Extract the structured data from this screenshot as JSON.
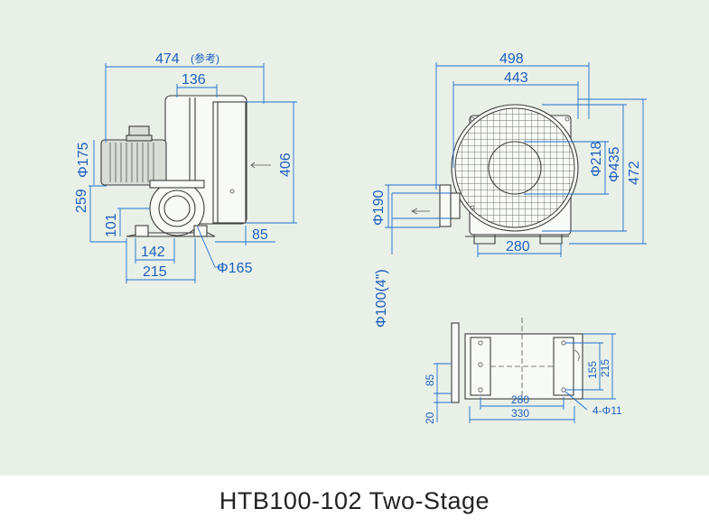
{
  "caption": "HTB100-102 Two-Stage",
  "colors": {
    "panel_bg": "#e9f0e7",
    "dimension": "#1d5fc0",
    "linework": "#3c3c3c"
  },
  "side_view": {
    "overall_length": "474",
    "overall_length_note": "(参考)",
    "top_offset": "136",
    "height": "406",
    "motor_diameter": "Φ175",
    "shaft_height": "259",
    "outlet_center_height": "101",
    "outlet_diameter": "Φ165",
    "right_offset": "85",
    "base_inner": "142",
    "base_outer": "215"
  },
  "front_view": {
    "width_overall": "498",
    "width_guard": "443",
    "dia_inner": "Φ218",
    "dia_outer": "Φ435",
    "height": "472",
    "inlet_diameter": "Φ190",
    "pipe_size": "Φ100(4\")",
    "foot_spacing": "280"
  },
  "base_view": {
    "flange_height": "85",
    "flange_offset": "20",
    "hole_spacing_x": "280",
    "base_length": "330",
    "hole_spacing_y": "155",
    "base_width": "215",
    "bolt_holes": "4-Φ11"
  }
}
